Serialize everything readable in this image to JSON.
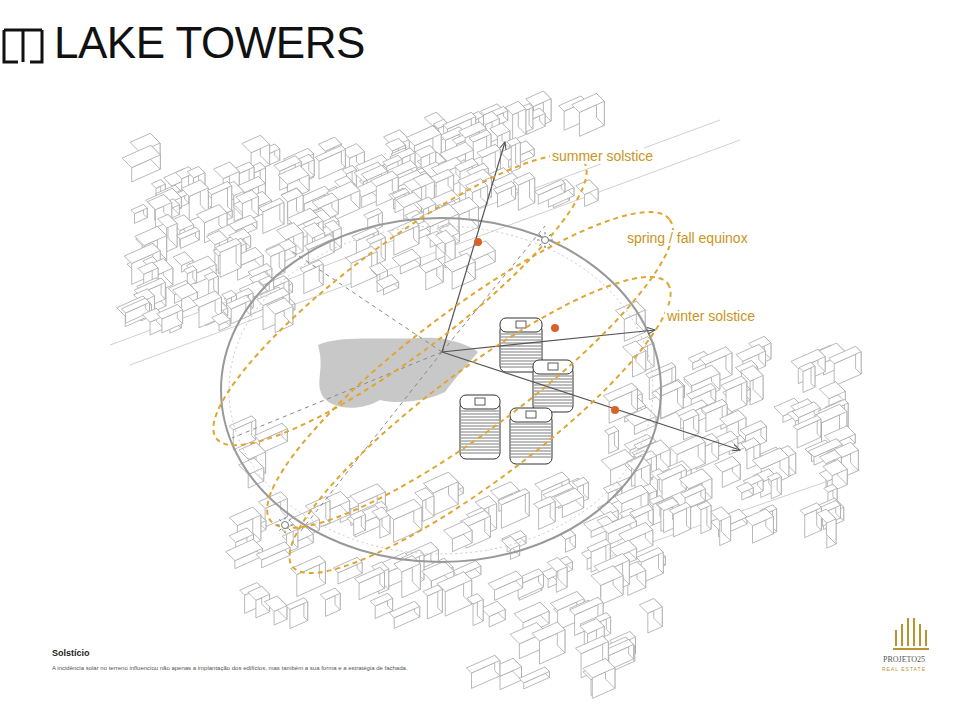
{
  "diagram": {
    "title": "LAKE TOWERS",
    "caption": "A incidência solar no terreno influenciou não apenas a implantação dos edifícios, mas também a sua forma e a estratégia de fachada.",
    "labels": [
      "summer solstice",
      "spring / fall equinox",
      "winter solstice",
      "Solstício",
      "PROJETO25",
      "REAL ESTATE"
    ]
  }
}
